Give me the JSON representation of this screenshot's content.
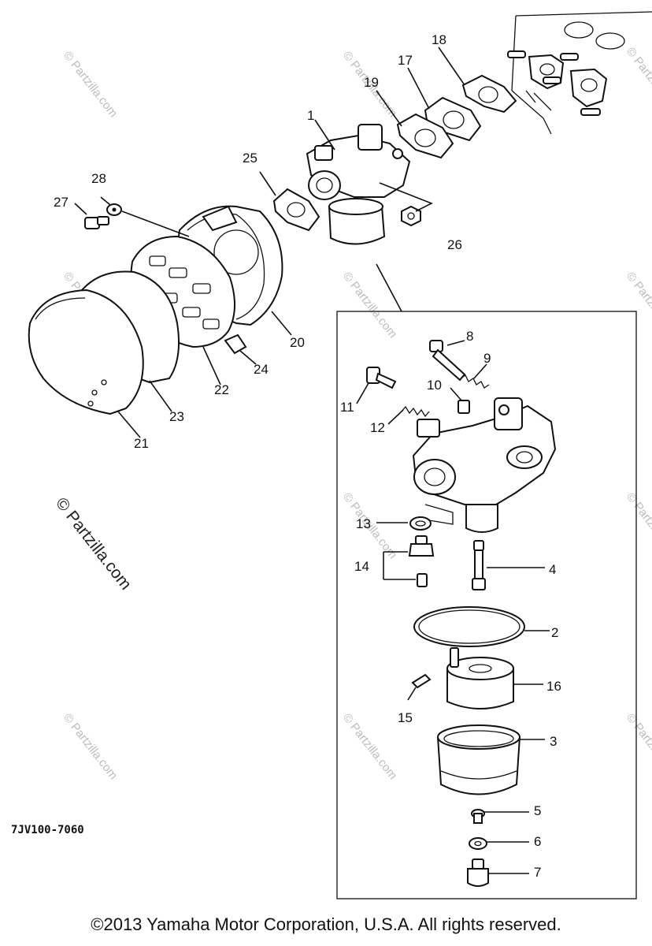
{
  "labels": {
    "p1": "1",
    "p2": "2",
    "p3": "3",
    "p4": "4",
    "p5": "5",
    "p6": "6",
    "p7": "7",
    "p8": "8",
    "p9": "9",
    "p10": "10",
    "p11": "11",
    "p12": "12",
    "p13": "13",
    "p14": "14",
    "p15": "15",
    "p16": "16",
    "p17": "17",
    "p18": "18",
    "p19": "19",
    "p20": "20",
    "p21": "21",
    "p22": "22",
    "p23": "23",
    "p24": "24",
    "p25": "25",
    "p26": "26",
    "p27": "27",
    "p28": "28"
  },
  "watermark": "© Partzilla.com",
  "diagram_code": "7JV100-7060",
  "copyright": "©2013 Yamaha Motor Corporation, U.S.A. All rights reserved."
}
